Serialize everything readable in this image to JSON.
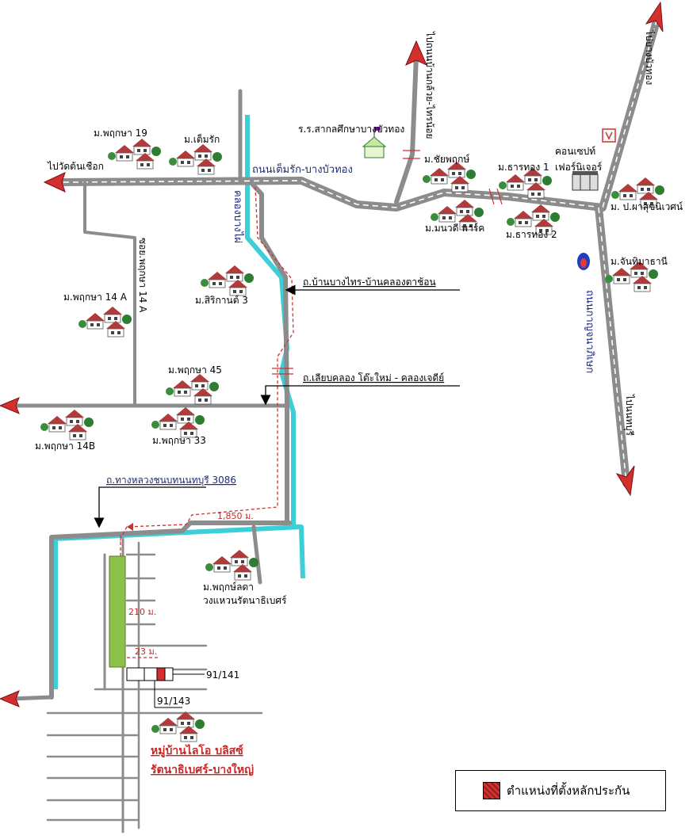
{
  "colors": {
    "road": "#8c8c8c",
    "canal": "#3ccfd8",
    "route": "#d32f2f",
    "plot": "#8bc34a",
    "marker": "#d32f2f",
    "road_name": "#1f2a7a"
  },
  "labels": {
    "to_wat_ton_chuek": "ไปวัดต้นเชือก",
    "pruksa19": "ม.พฤกษา 19",
    "tem_rak": "ม.เต็มรัก",
    "road_temrak": "ถนนเต็มรัก-บางบัวทอง",
    "canal_bangphai": "คลองบางไผ่",
    "school": "ร.ร.สากลศึกษาบางบัวทอง",
    "to_bankluay": "ไปถนนบ้านกล้วย-ไทรน้อย",
    "chaipruek": "ม.ชัยพฤกษ์",
    "tharathong1": "ม.ธารทอง 1",
    "concept1": "คอนเซปท์",
    "concept2": "เฟอร์นิเจอร์",
    "to_bang_bua_thong": "ไปบางบัวทอง",
    "por_pha": "ม. ป.ผาสุขนิเวศน์",
    "manawadee": "ม.มนวดี พาร์ค",
    "tharathong2": "ม.ธารทอง 2",
    "chantima": "ม.จันทิมาธานี",
    "soi_pruksa14a": "ซอย.พฤกษา 14 A",
    "pruksa14a": "ม.พฤกษา 14 A",
    "sirikarn3": "ม.สิริกานต์ 3",
    "road_bangphai": "ถ.บ้านบางไทร-บ้านคลองตาช้อน",
    "road_kanchana": "ถนนกาญจนาภิเษก",
    "pruksa45": "ม.พฤกษา 45",
    "road_canal": "ถ.เลียบคลอง โต๊ะใหม่ - คลองเจดีย์",
    "pruksa14b": "ม.พฤกษา 14B",
    "pruksa33": "ม.พฤกษา 33",
    "to_nonthaburi": "ไปนนทบุรี",
    "highway_3086": "ถ.ทางหลวงชนบทนนทบุรี 3086",
    "dist_1850": "1,850 ม.",
    "pruklada1": "ม.พฤกษ์ลดา",
    "pruklada2": "วงแหวนรัตนาธิเบศร์",
    "dist_210": "210 ม.",
    "dist_23": "23 ม.",
    "plot_91_141": "91/141",
    "plot_91_143": "91/143",
    "project1": "หมู่บ้านไลโอ บลิสซ์",
    "project2": "รัตนาธิเบศร์-บางใหญ่"
  },
  "legend": {
    "text": "ตำแหน่งที่ตั้งหลักประกัน"
  }
}
